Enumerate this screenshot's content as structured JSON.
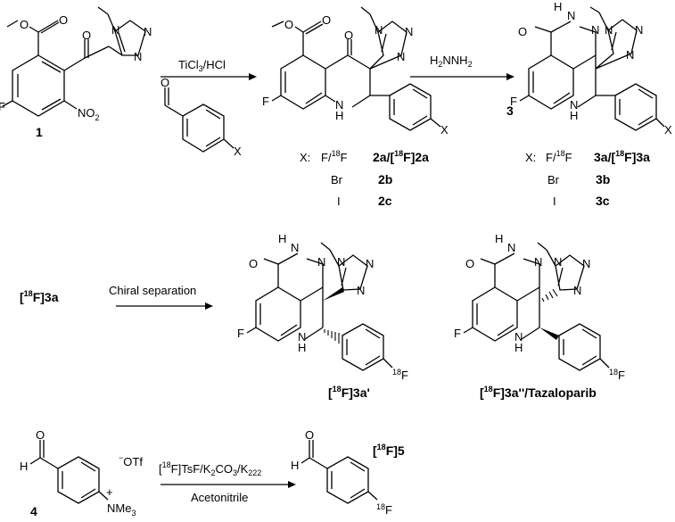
{
  "atoms": {
    "O": "O",
    "F": "F",
    "N": "N",
    "NH": "NH",
    "H": "H",
    "NO": "NO",
    "two": "2",
    "X": "X",
    "Me": "Me",
    "three": "3",
    "iso18": "18",
    "minus": "−",
    "plus": "+",
    "OTf": "OTf"
  },
  "compounds": {
    "c1": "1",
    "c3": "3",
    "c4": "4",
    "f3a_prime": "3a'",
    "f3a_dprime": "3a''/Tazaloparib",
    "f3a_label": "3a",
    "f5": "5"
  },
  "reagents": {
    "step1": "TiCl",
    "step1_sub": "3",
    "step1_tail": "/HCl",
    "step2_a": "H",
    "step2_b": "NNH",
    "chiral": "Chiral separation",
    "step3_a": "TsF/K",
    "step3_b": "CO",
    "step3_c": "/K",
    "step3_sub222": "222",
    "solvent": "Acetonitrile"
  },
  "table2": {
    "x": "X:",
    "row1_a": "F/",
    "row1_b": "F",
    "row1_c": "2a/[",
    "row1_d": "F]2a",
    "row2_a": "Br",
    "row2_b": "2b",
    "row3_a": "I",
    "row3_b": "2c"
  },
  "table3": {
    "x": "X:",
    "row1_a": "F/",
    "row1_b": "F",
    "row1_c": "3a/[",
    "row1_d": "F]3a",
    "row2_a": "Br",
    "row2_b": "3b",
    "row3_a": "I",
    "row3_b": "3c"
  }
}
